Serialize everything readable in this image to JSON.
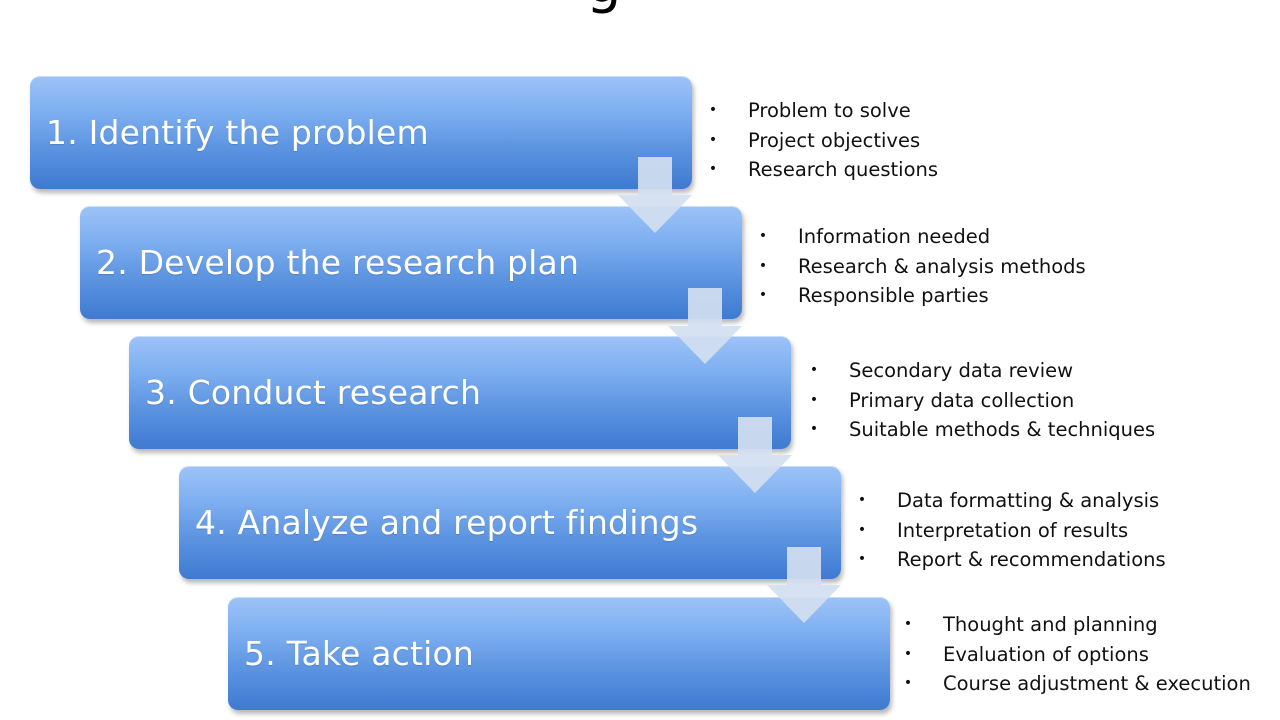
{
  "title_fragment": "g",
  "steps": [
    {
      "label": "1. Identify the problem",
      "bullets": [
        "Problem to solve",
        "Project objectives",
        "Research questions"
      ]
    },
    {
      "label": "2. Develop the research plan",
      "bullets": [
        "Information needed",
        "Research & analysis methods",
        "Responsible parties"
      ]
    },
    {
      "label": "3. Conduct research",
      "bullets": [
        "Secondary data review",
        "Primary data collection",
        "Suitable methods & techniques"
      ]
    },
    {
      "label": "4. Analyze and report findings",
      "bullets": [
        "Data formatting & analysis",
        "Interpretation of results",
        "Report & recommendations"
      ]
    },
    {
      "label": "5. Take action",
      "bullets": [
        "Thought and planning",
        "Evaluation of options",
        "Course adjustment & execution"
      ]
    }
  ],
  "bullet_symbol": "•",
  "colors": {
    "box_top": "#9dc3f7",
    "box_bottom": "#3f7ad1",
    "arrow_fill": "#d3def0",
    "bullet_text": "#111111"
  }
}
